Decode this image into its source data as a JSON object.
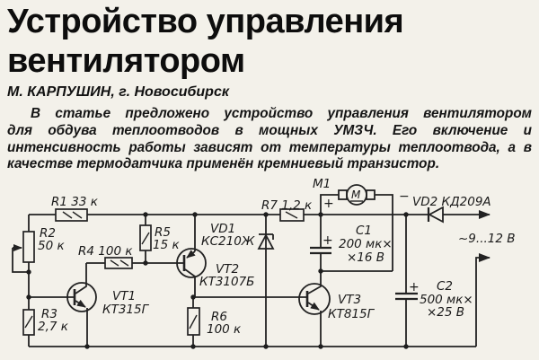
{
  "header": {
    "title_line1": "Устройство управления",
    "title_line2": "вентилятором",
    "author": "М. КАРПУШИН, г. Новосибирск"
  },
  "intro": {
    "lines": [
      "В статье предложено устройство управления вентилятором",
      "для обдува теплоотводов в мощных УМЗЧ. Его включение и",
      "интенсивность работы зависят от температуры теплоотвода, а в",
      "качестве термодатчика применён кремниевый транзистор."
    ]
  },
  "schematic": {
    "labels": {
      "r1": "R1 33 к",
      "r2_name": "R2",
      "r2_val": "50 к",
      "r3_name": "R3",
      "r3_val": "2,7 к",
      "r4": "R4 100 к",
      "r5_name": "R5",
      "r5_val": "15 к",
      "r6_name": "R6",
      "r6_val": "100 к",
      "r7": "R7 1,2 к",
      "vd1_name": "VD1",
      "vd1_val": "КС210Ж",
      "vd2": "VD2 КД209А",
      "vt1_name": "VT1",
      "vt1_val": "КТ315Г",
      "vt2_name": "VT2",
      "vt2_val": "КТ3107Б",
      "vt3_name": "VT3",
      "vt3_val": "КТ815Г",
      "m1": "М1",
      "motor_letter": "М",
      "motor_plus": "+",
      "motor_minus": "−",
      "c1_name": "C1",
      "c1_val1": "200 мк×",
      "c1_val2": "×16 В",
      "c1_plus": "+",
      "c2_name": "C2",
      "c2_val1": "500 мк×",
      "c2_val2": "×25 В",
      "c2_plus": "+",
      "voltage": "~9...12 В"
    },
    "colors": {
      "line": "#222222",
      "background": "#f3f1ea"
    }
  }
}
